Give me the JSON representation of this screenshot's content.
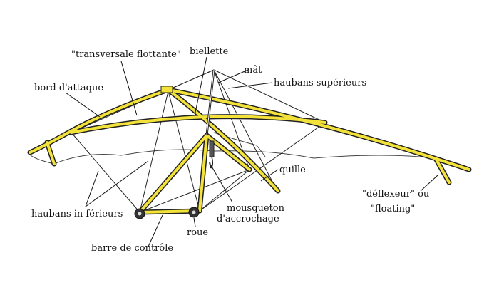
{
  "labels": {
    "transversale": "\"transversale flottante\"",
    "biellette": "biellette",
    "mat": "mât",
    "bord_attaque": "bord d'attaque",
    "haubans_sup": "haubans supérieurs",
    "quille": "quille",
    "deflexeur_1": "\"déflexeur\" ou",
    "deflexeur_2": "\"floating\"",
    "haubans_inf": "haubans in férieurs",
    "mousqueton_1": "mousqueton",
    "mousqueton_2": "d'accrochage",
    "roue": "roue",
    "barre": "barre de contrôle"
  },
  "colors": {
    "tube_fill": "#f2e23a",
    "tube_outline": "#222222",
    "wire": "#222222",
    "sail_outline": "#444444",
    "text": "#111111"
  }
}
